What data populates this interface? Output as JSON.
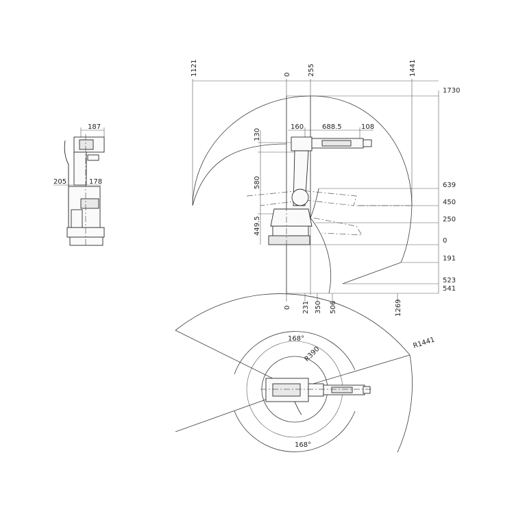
{
  "side_view": {
    "top_dims": [
      "1121",
      "0",
      "255",
      "1441"
    ],
    "right_dims": [
      "1730",
      "639",
      "450",
      "250",
      "0",
      "191",
      "523",
      "541"
    ],
    "arm_dims": [
      "160",
      "688.5",
      "108"
    ],
    "vertical_dims": [
      "130",
      "580",
      "449.5"
    ],
    "bottom_dims": [
      "0",
      "231",
      "350",
      "506",
      "1269"
    ]
  },
  "front_view": {
    "width_top": "187",
    "dim_left": "205",
    "dim_right": "178"
  },
  "top_view": {
    "angle_top": "168°",
    "angle_bottom": "168°",
    "inner_radius": "R390",
    "outer_radius": "R1441"
  }
}
